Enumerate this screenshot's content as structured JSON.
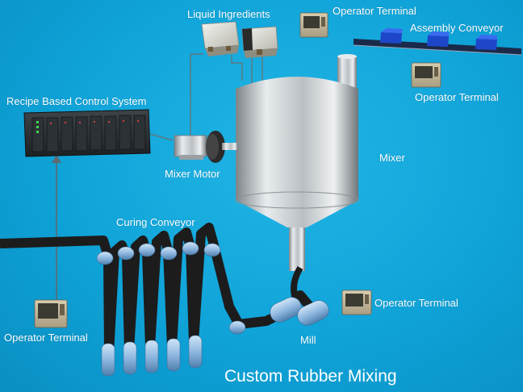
{
  "diagram": {
    "title": "Custom Rubber Mixing",
    "labels": {
      "liquid_ingredients": "Liquid Ingredients",
      "operator_terminal_top": "Operator Terminal",
      "assembly_conveyor": "Assembly Conveyor",
      "operator_terminal_right": "Operator Terminal",
      "recipe_control": "Recipe Based Control System",
      "mixer": "Mixer",
      "mixer_motor": "Mixer Motor",
      "curing_conveyor": "Curing Conveyor",
      "operator_terminal_mill": "Operator Terminal",
      "mill": "Mill",
      "operator_terminal_left": "Operator Terminal"
    },
    "colors": {
      "background": "#0fa3d8",
      "belt": "#1c1c1c",
      "roller": "#8fb8e0",
      "steel": "#c9cdd0",
      "conveyor_block": "#1e46c8",
      "led": "#3ddc4a"
    },
    "icons": [
      "control-cabinet-icon",
      "terminal-icon",
      "mixer-tank-icon",
      "motor-icon",
      "ingredient-tank-icon",
      "roller-icon",
      "conveyor-block-icon"
    ]
  }
}
